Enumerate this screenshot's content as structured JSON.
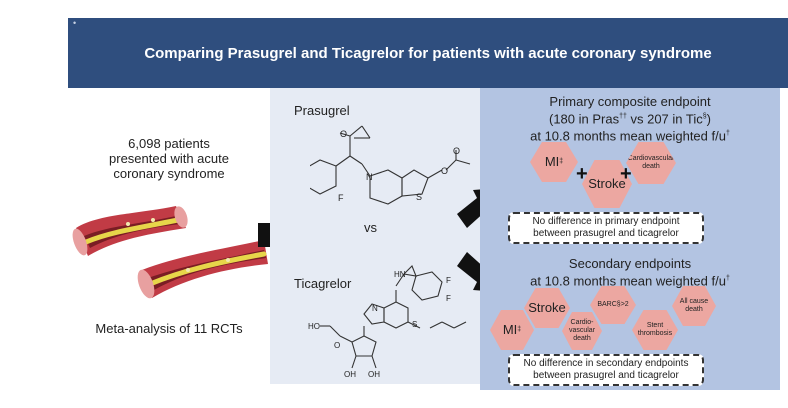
{
  "header": {
    "title": "Comparing Prasugrel and Ticagrelor for patients with acute coronary syndrome",
    "corner_mark": "•"
  },
  "left": {
    "patients_line1": "6,098 patients",
    "patients_line2": "presented with acute",
    "patients_line3": "coronary syndrome",
    "meta": "Meta-analysis of 11 RCTs"
  },
  "middle": {
    "drug1": "Prasugrel",
    "vs": "vs",
    "drug2": "Ticagrelor",
    "chem_labels": {
      "o": "O",
      "n": "N",
      "s": "S",
      "f": "F",
      "oh": "OH",
      "ho": "HO",
      "hn": "HN"
    }
  },
  "primary": {
    "title_line1": "Primary composite endpoint",
    "title_line2a": "(180 in Pras",
    "title_line2_sup1": "††",
    "title_line2b": " vs 207 in Tic",
    "title_line2_sup2": "§",
    "title_line2c": ")",
    "title_line3": "at 10.8 months mean weighted f/u",
    "title_line3_sup": "†",
    "hex_mi": "MI",
    "hex_mi_sup": "‡",
    "hex_stroke": "Stroke",
    "hex_cv": "Cardiovascular death",
    "note": "No difference in primary endpoint between prasugrel and ticagrelor"
  },
  "secondary": {
    "title_line1": "Secondary endpoints",
    "title_line2": "at 10.8 months mean weighted f/u",
    "title_line2_sup": "†",
    "hex_mi": "MI",
    "hex_mi_sup": "‡",
    "hex_stroke": "Stroke",
    "hex_cv": "Cardio-vascular death",
    "hex_barc": "BARC",
    "hex_barc_sup": "§",
    "hex_barc_tail": " >2",
    "hex_stent": "Stent thrombosis",
    "hex_allcause": "All cause death",
    "note": "No difference in secondary endpoints between prasugrel and ticagrelor"
  },
  "colors": {
    "header": "#2f4e7e",
    "panel_mid": "#e6ebf4",
    "panel_right": "#b3c4e2",
    "hexagon": "#eca7a1",
    "artery": "#c13b45",
    "plaque": "#e7d64a"
  }
}
